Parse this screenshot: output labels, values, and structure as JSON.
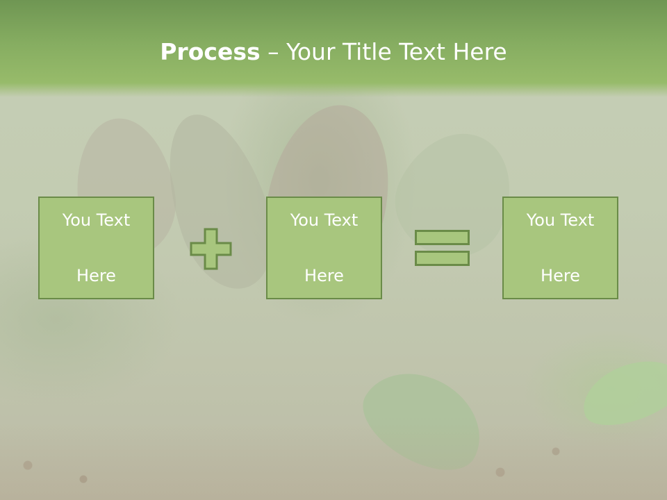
{
  "slide": {
    "title_bold": "Process",
    "title_separator": " – ",
    "title_rest": "Your Title Text Here",
    "boxes": [
      {
        "label_line1": "You Text",
        "label_line2": "Here"
      },
      {
        "label_line1": "You Text",
        "label_line2": "Here"
      },
      {
        "label_line1": "You Text",
        "label_line2": "Here"
      }
    ],
    "operators": [
      "plus-icon",
      "equals-icon"
    ]
  },
  "colors": {
    "title_bar": "#86ad61",
    "box_fill": "#a8c67e",
    "box_border": "#6a8b48",
    "text": "#ffffff"
  }
}
